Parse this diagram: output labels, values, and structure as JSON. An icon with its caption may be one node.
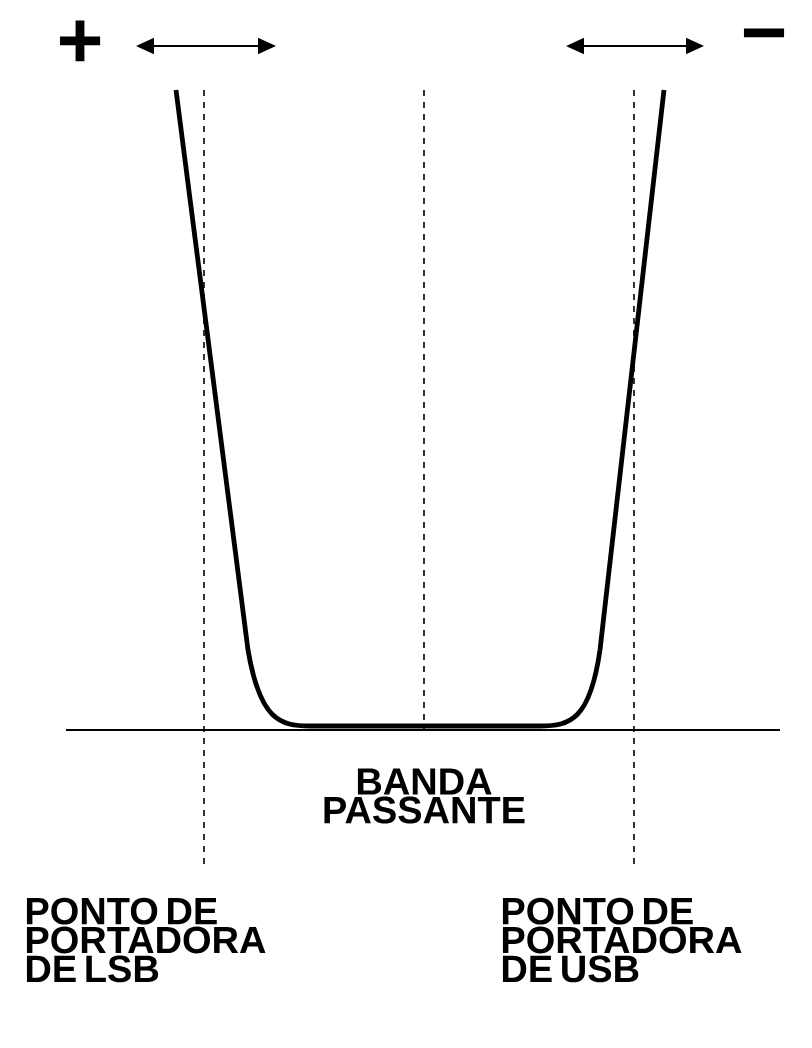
{
  "diagram": {
    "labels": [
      "+",
      "−",
      "BANDA PASSANTE",
      "PONTO DE PORTADORA DE LSB",
      "PONTO DE PORTADORA DE USB"
    ]
  }
}
